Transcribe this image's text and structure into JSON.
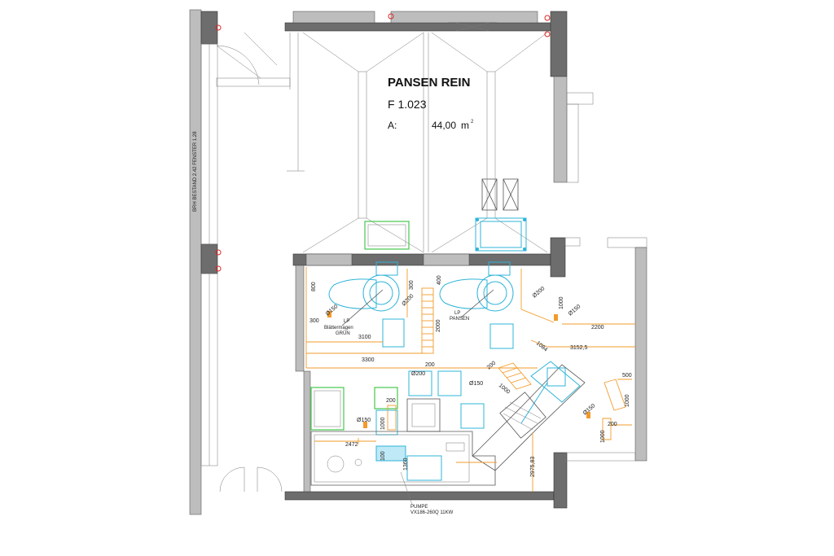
{
  "room": {
    "name": "PANSEN REIN",
    "code": "F 1.023",
    "area_label": "A:",
    "area_value": "44,00",
    "area_unit": "m",
    "area_exp": "2"
  },
  "side_note": "BRH BESTAND 2.42 FENSTER 1.28",
  "labels": {
    "lp_left": "LP",
    "lp_left_sub1": "Blättermagen",
    "lp_left_sub2": "GRÜN",
    "lp_right": "LP",
    "lp_right_sub": "PANSEN",
    "pumpe": "PUMPE",
    "pumpe_model": "VX186-260Q 11KW"
  },
  "dims": {
    "d800": "800",
    "d150a": "Ø150",
    "d300a": "300",
    "d300b": "300",
    "d200a": "Ø200",
    "d400": "400",
    "d2000": "2000",
    "d200b": "Ø200",
    "d1000a": "1000",
    "d150b": "Ø150",
    "d2200": "2200",
    "d3100": "3100",
    "d3300": "3300",
    "d3152": "3152,5",
    "d1084": "1084",
    "d200c": "200",
    "d200d": "200",
    "d6200": "Ø200",
    "d150c": "Ø150",
    "d1000b": "1000",
    "d500": "500",
    "d1000c": "1000",
    "d150d": "Ø150",
    "d200e": "200",
    "d200f": "200",
    "d1000d": "1000",
    "d150e": "Ø150",
    "d1000e": "1000",
    "d2472": "2472",
    "d100": "100",
    "d1360": "1360",
    "d2975": "2975,83"
  },
  "colors": {
    "wall": "#6d6d6d",
    "equipment_cyan": "#2fb4d8",
    "dimension_orange": "#f29b2b",
    "green_outline": "#36c33d",
    "red_marker": "#e02424"
  }
}
